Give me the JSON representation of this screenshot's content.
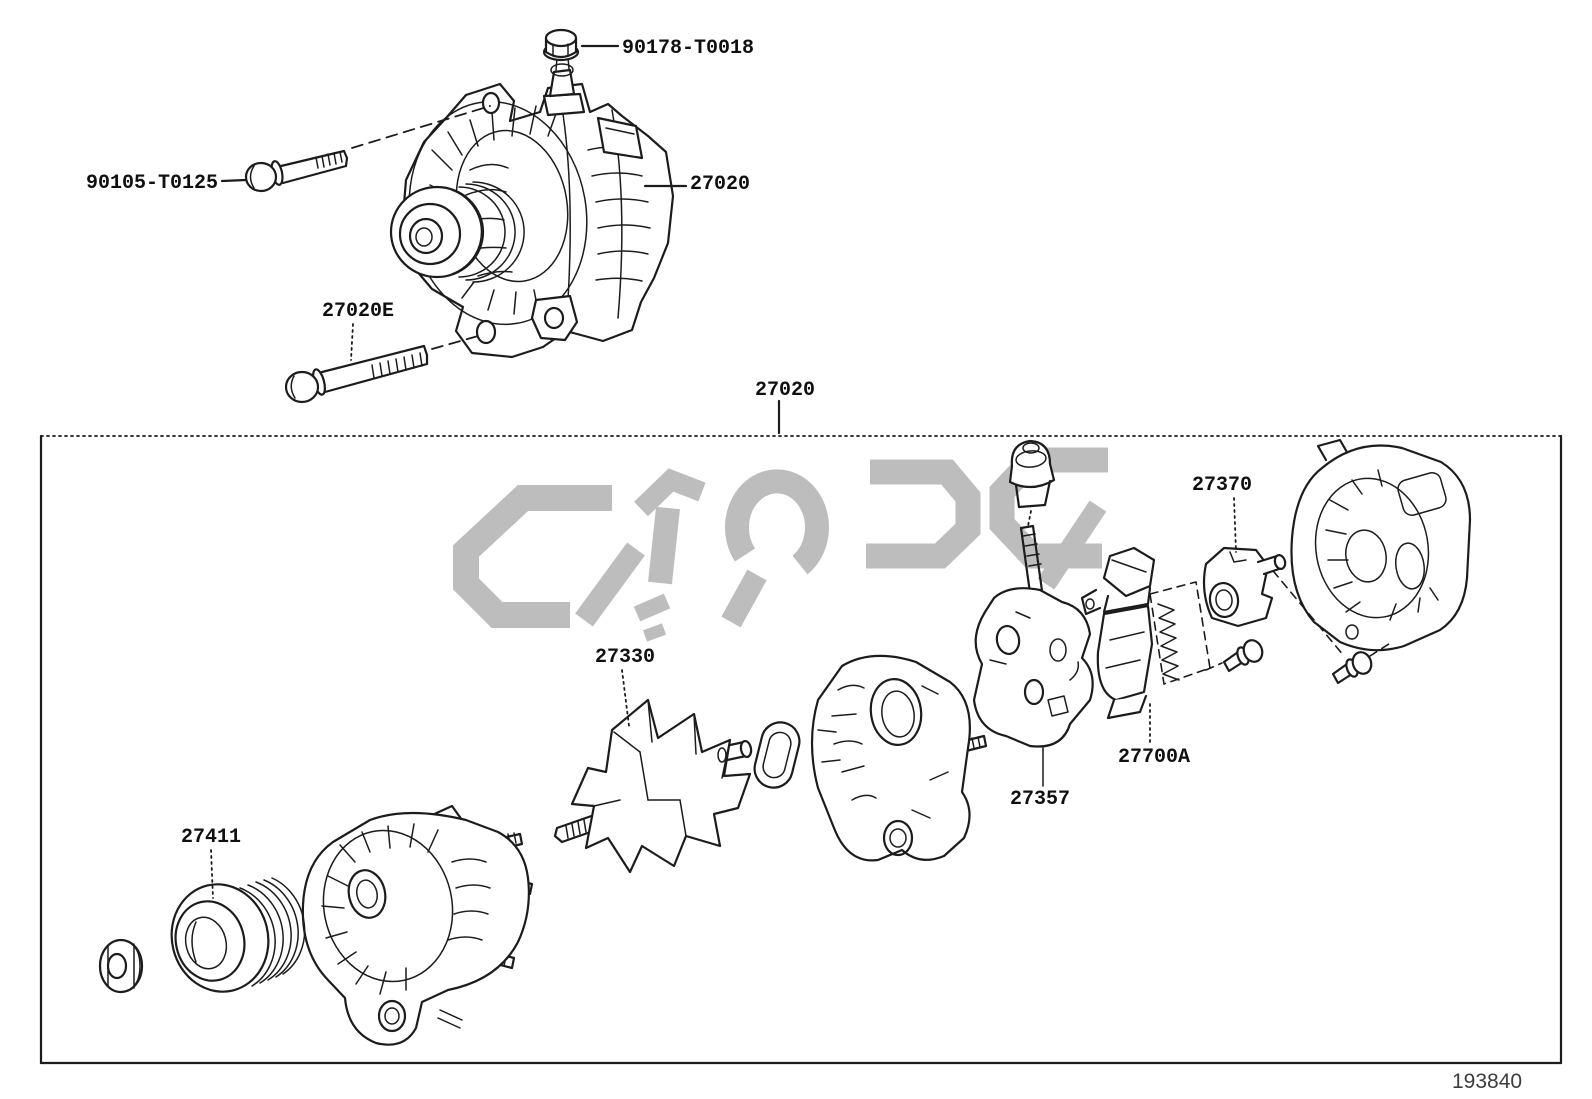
{
  "figure": {
    "code": "193840",
    "line_color": "#1c1c1c",
    "watermark_color": "#bdbdbd"
  },
  "part_labels": {
    "top_nut": "90178-T0018",
    "mount_bolt": "90105-T0125",
    "alternator_assembly": "27020",
    "through_bolt": "27020E",
    "alternator_assembly_exploded": "27020",
    "rectifier_end_holder": "27370",
    "rotor": "27330",
    "voltage_regulator": "27700A",
    "brush_holder": "27357",
    "pulley": "27411"
  }
}
